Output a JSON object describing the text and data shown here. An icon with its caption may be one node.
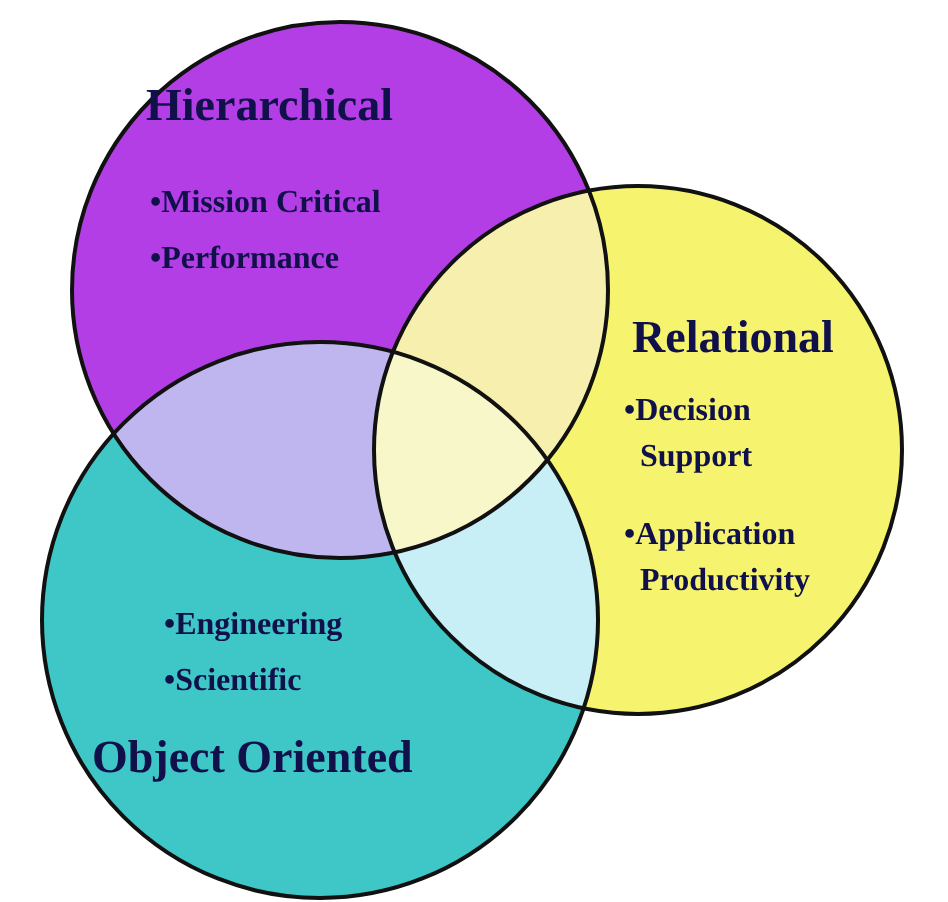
{
  "diagram": {
    "nodes": [
      {
        "text": [
          "Hierarchical",
          "•Mission Critical",
          "•Performance"
        ]
      },
      {
        "text": [
          "Relational",
          "•Decision Support",
          "•Application Productivity"
        ]
      },
      {
        "text": [
          "•Engineering",
          "•Scientific",
          "Object Oriented"
        ]
      }
    ]
  }
}
